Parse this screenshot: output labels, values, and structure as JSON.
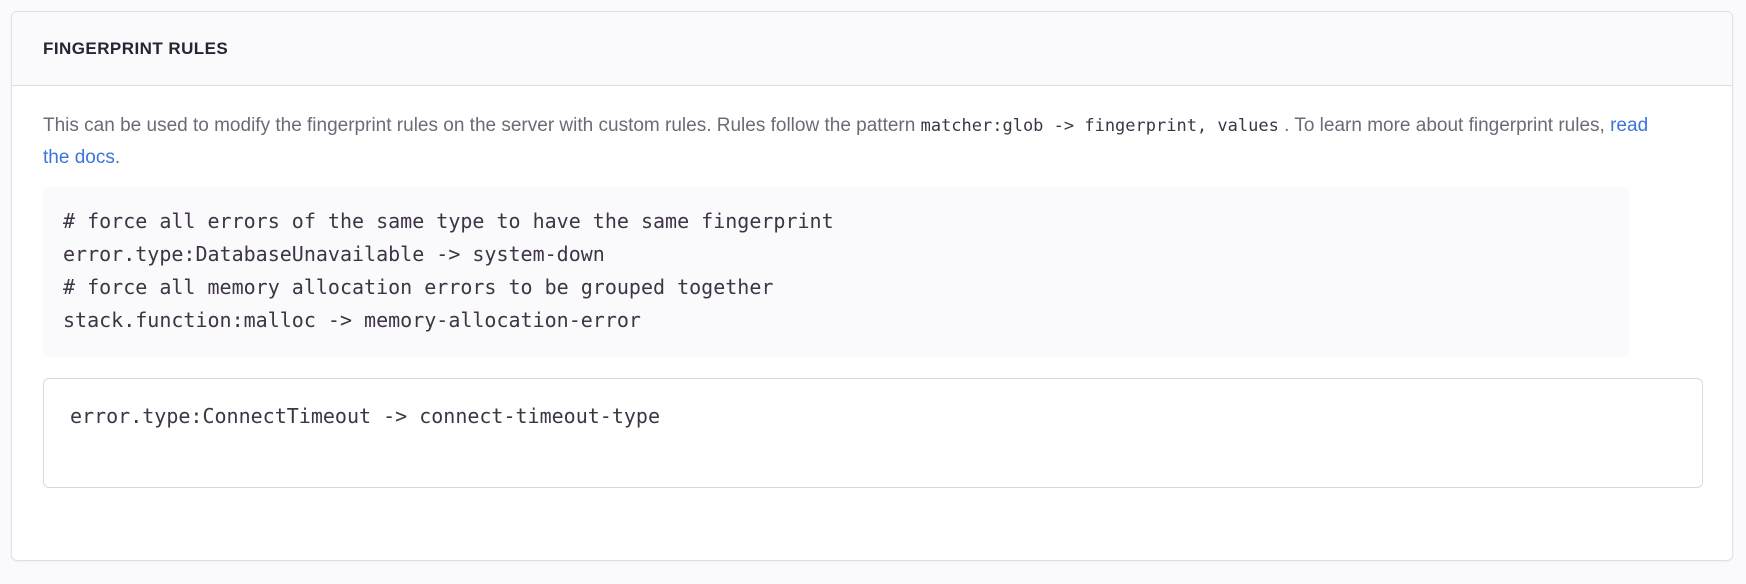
{
  "panel": {
    "title": "FINGERPRINT RULES"
  },
  "description": {
    "lead": "This can be used to modify the fingerprint rules on the server with custom rules. Rules follow the pattern ",
    "pattern_code": "matcher:glob -> fingerprint, values",
    "middle": " . To learn more about fingerprint rules, ",
    "link_text": "read the docs",
    "trailing": "."
  },
  "example_code": {
    "lines": [
      "# force all errors of the same type to have the same fingerprint",
      "error.type:DatabaseUnavailable -> system-down",
      "# force all memory allocation errors to be grouped together",
      "stack.function:malloc -> memory-allocation-error"
    ],
    "text": "# force all errors of the same type to have the same fingerprint\nerror.type:DatabaseUnavailable -> system-down\n# force all memory allocation errors to be grouped together\nstack.function:malloc -> memory-allocation-error"
  },
  "rules_input": {
    "value": "error.type:ConnectTimeout -> connect-timeout-type",
    "placeholder": ""
  },
  "colors": {
    "page_background": "#faf9fb",
    "panel_background": "#ffffff",
    "panel_border": "#e0dfe6",
    "header_background": "#faf9fb",
    "title_text": "#2b2233",
    "body_text": "#6d6a78",
    "code_text": "#3e3446",
    "link": "#3c74dd",
    "code_block_background": "#faf9fb",
    "input_border": "#d9d7e0"
  }
}
